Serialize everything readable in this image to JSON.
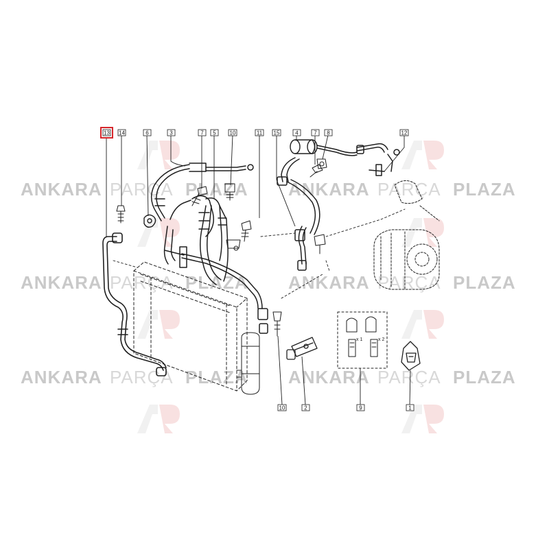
{
  "diagram": {
    "watermark": {
      "part1": "ANKARA",
      "part2": "PARÇA",
      "part3": "PLAZA"
    },
    "highlighted_callout": "13",
    "callouts": [
      {
        "id": "c13",
        "label": "13",
        "highlighted": true
      },
      {
        "id": "c14",
        "label": "14",
        "highlighted": false
      },
      {
        "id": "c6",
        "label": "6",
        "highlighted": false
      },
      {
        "id": "c3",
        "label": "3",
        "highlighted": false
      },
      {
        "id": "c7a",
        "label": "7",
        "highlighted": false
      },
      {
        "id": "c5",
        "label": "5",
        "highlighted": false
      },
      {
        "id": "c10a",
        "label": "10",
        "highlighted": false
      },
      {
        "id": "c11",
        "label": "11",
        "highlighted": false
      },
      {
        "id": "c15",
        "label": "15",
        "highlighted": false
      },
      {
        "id": "c4",
        "label": "4",
        "highlighted": false
      },
      {
        "id": "c7b",
        "label": "7",
        "highlighted": false
      },
      {
        "id": "c8",
        "label": "8",
        "highlighted": false
      },
      {
        "id": "c12",
        "label": "12",
        "highlighted": false
      },
      {
        "id": "c10b",
        "label": "10",
        "highlighted": false
      },
      {
        "id": "c2",
        "label": "2",
        "highlighted": false
      },
      {
        "id": "c9",
        "label": "9",
        "highlighted": false
      },
      {
        "id": "c1",
        "label": "1",
        "highlighted": false
      }
    ],
    "quantities": {
      "q1": "x 1",
      "q2": "x 2"
    },
    "colors": {
      "line": "#1f1f1f",
      "highlight": "#d6262b",
      "watermark": "#c9c9c9",
      "logo_red": "#e8b4b4"
    }
  }
}
